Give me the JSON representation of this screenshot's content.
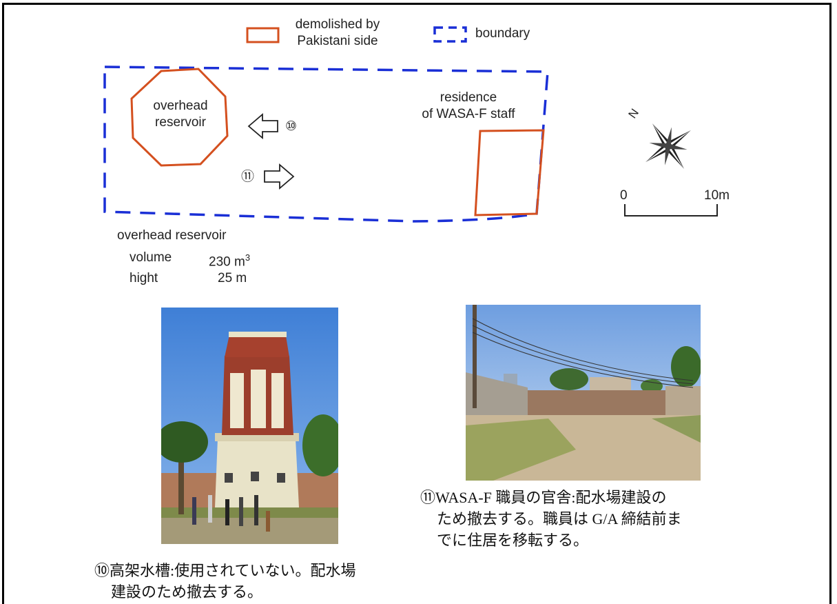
{
  "legend": {
    "demolished_line1": "demolished by",
    "demolished_line2": "Pakistani side",
    "boundary": "boundary",
    "demolished_color": "#d4501f",
    "boundary_color": "#1a2fd6"
  },
  "map": {
    "reservoir_line1": "overhead",
    "reservoir_line2": "reservoir",
    "residence_line1": "residence",
    "residence_line2": "of WASA-F staff",
    "photo10_marker": "⑩",
    "photo11_marker": "⑪",
    "north_label": "N",
    "scale_start": "0",
    "scale_end": "10m"
  },
  "specs": {
    "title": "overhead reservoir",
    "volume_label": "volume",
    "volume_value": "230 m",
    "volume_sup": "3",
    "height_label": "hight",
    "height_value": "25 m"
  },
  "photo10": {
    "caption_line1": "⑩高架水槽:使用されていない。配水場",
    "caption_line2": "建設のため撤去する。",
    "icon": "water-tower-photo"
  },
  "photo11": {
    "caption_line1": "⑪WASA-F 職員の官舎:配水場建設の",
    "caption_line2": "ため撤去する。職員は G/A 締結前ま",
    "caption_line3": "でに住居を移転する。",
    "icon": "cleared-lot-photo"
  }
}
